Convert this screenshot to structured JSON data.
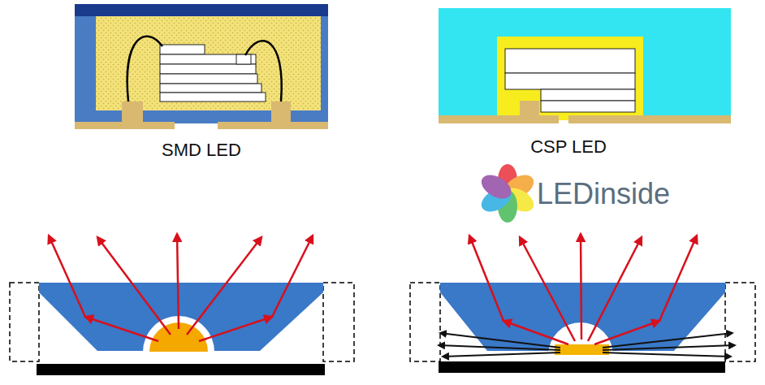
{
  "diagram": {
    "labels": [
      "SMD LED",
      "CSP LED",
      "LEDinside"
    ]
  }
}
